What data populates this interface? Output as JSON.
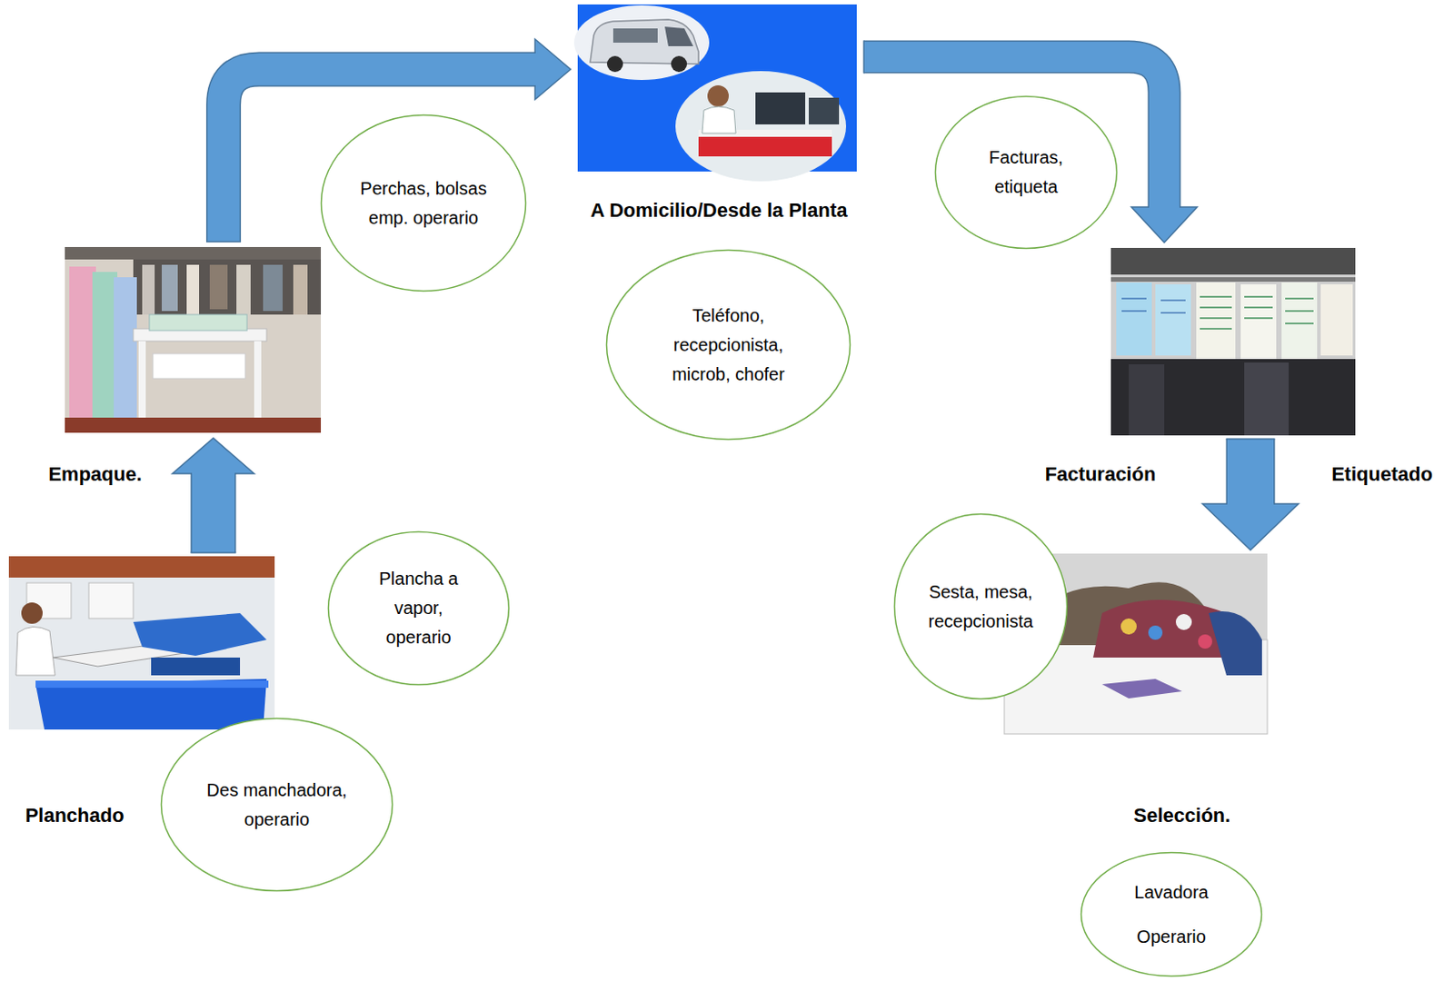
{
  "diagram": {
    "nodes": [
      {
        "text": [
          "A Domicilio/Desde la Planta"
        ]
      },
      {
        "text": [
          "Facturas, etiqueta"
        ]
      },
      {
        "text": [
          "Perchas, bolsas emp. operario"
        ]
      },
      {
        "text": [
          "Teléfono, recepcionista, microb, chofer"
        ]
      },
      {
        "text": [
          "Empaque."
        ]
      },
      {
        "text": [
          "Facturación",
          "Etiquetado"
        ]
      },
      {
        "text": [
          "Plancha a vapor, operario"
        ]
      },
      {
        "text": [
          "Sesta, mesa, recepcionista"
        ]
      },
      {
        "text": [
          "Selección."
        ]
      },
      {
        "text": [
          "Planchado"
        ]
      },
      {
        "text": [
          "Des manchadora, operario"
        ]
      },
      {
        "text": [
          "Lavadora Operario"
        ]
      }
    ],
    "edges": [
      {
        "from": 4,
        "to": 0,
        "arrow": "to"
      },
      {
        "from": 0,
        "to": 5,
        "arrow": "to"
      },
      {
        "from": 5,
        "to": 8,
        "arrow": "to"
      },
      {
        "from": 9,
        "to": 4,
        "arrow": "to"
      }
    ]
  }
}
